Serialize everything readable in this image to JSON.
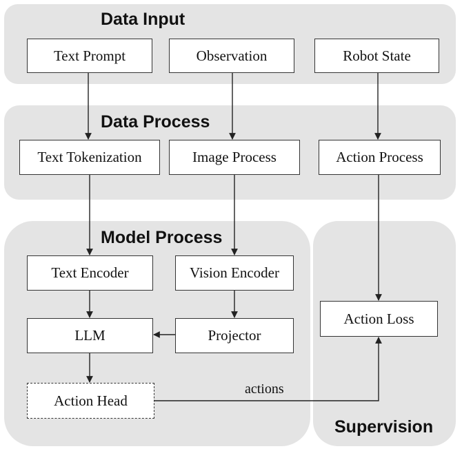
{
  "sections": {
    "data_input": "Data Input",
    "data_process": "Data Process",
    "model_process": "Model Process",
    "supervision": "Supervision"
  },
  "nodes": {
    "text_prompt": "Text Prompt",
    "observation": "Observation",
    "robot_state": "Robot State",
    "text_tokenization": "Text Tokenization",
    "image_process": "Image Process",
    "action_process": "Action Process",
    "text_encoder": "Text Encoder",
    "vision_encoder": "Vision Encoder",
    "llm": "LLM",
    "projector": "Projector",
    "action_head": "Action Head",
    "action_loss": "Action Loss"
  },
  "edges": [
    {
      "from": "Text Prompt",
      "to": "Text Tokenization"
    },
    {
      "from": "Observation",
      "to": "Image Process"
    },
    {
      "from": "Robot State",
      "to": "Action Process"
    },
    {
      "from": "Text Tokenization",
      "to": "Text Encoder"
    },
    {
      "from": "Image Process",
      "to": "Vision Encoder"
    },
    {
      "from": "Action Process",
      "to": "Action Loss"
    },
    {
      "from": "Text Encoder",
      "to": "LLM"
    },
    {
      "from": "Vision Encoder",
      "to": "Projector"
    },
    {
      "from": "Projector",
      "to": "LLM"
    },
    {
      "from": "LLM",
      "to": "Action Head"
    },
    {
      "from": "Action Head",
      "to": "Action Loss",
      "label": "actions"
    }
  ],
  "edge_labels": {
    "actions": "actions"
  },
  "colors": {
    "panel_fill": "#e4e4e4",
    "box_border": "#333333",
    "arrow": "#222222"
  }
}
